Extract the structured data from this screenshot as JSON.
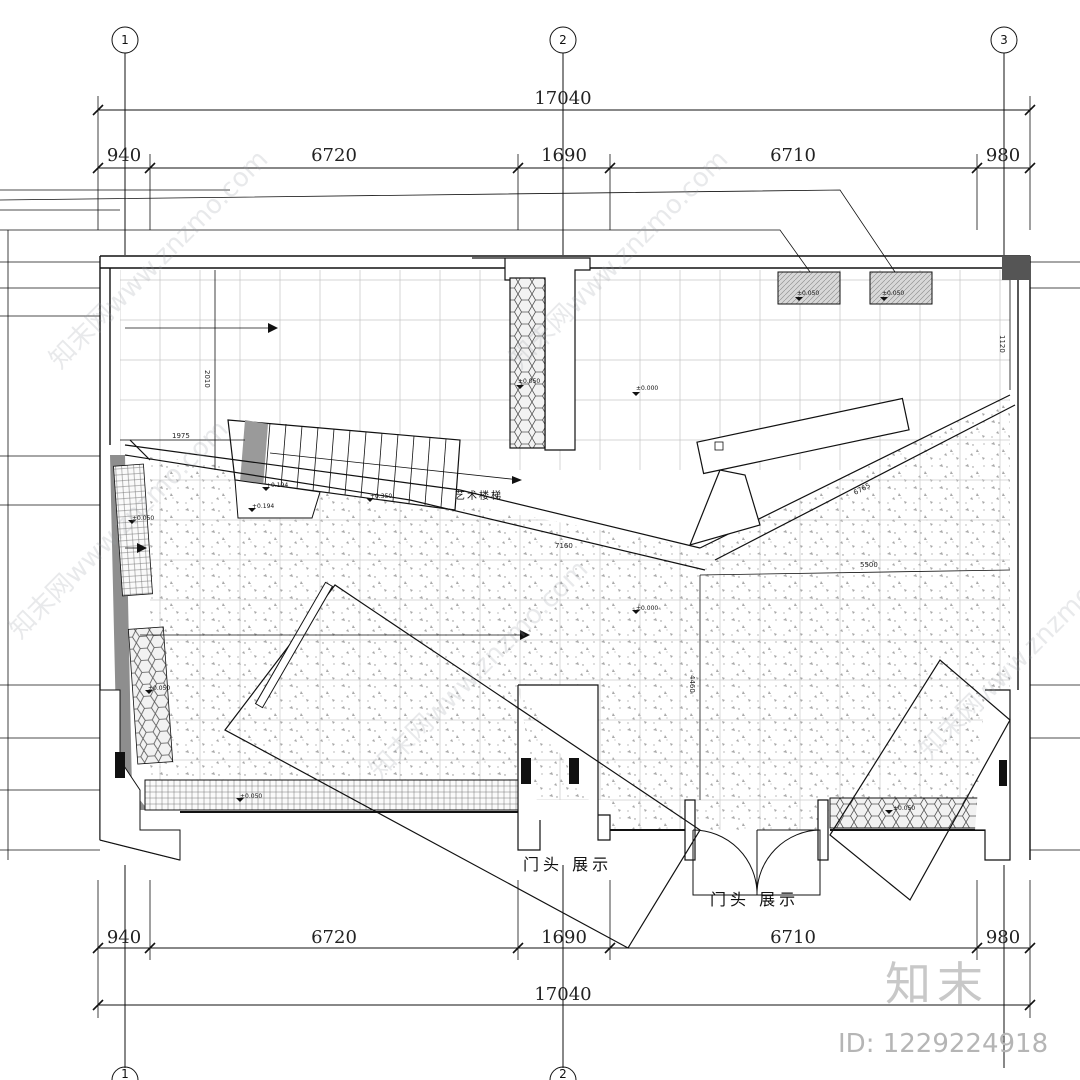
{
  "axes": [
    "1",
    "2",
    "3"
  ],
  "dimensions": {
    "total": "17040",
    "segments": [
      "940",
      "6720",
      "1690",
      "6710",
      "980"
    ],
    "bottom_total": "17040",
    "bottom_segments": [
      "940",
      "6720",
      "1690",
      "6710",
      "980"
    ]
  },
  "inner_dims": {
    "d1": "1975",
    "d2": "2010",
    "d3": "1120",
    "d4": "7160",
    "d5": "6765",
    "d6": "5500",
    "d7": "4460"
  },
  "levels": {
    "l1": "±0.050",
    "l2": "±0.050",
    "l3": "±0.000",
    "l4": "±0.050",
    "l5": "±0.050",
    "l6": "±0.000",
    "l7": "±0.050",
    "l8": "±0.050",
    "l9": "+0.194",
    "l10": "+0.194",
    "l11": "+0.350"
  },
  "labels": {
    "stair": "艺术楼梯",
    "facade_left": "门头 展示",
    "facade_right": "门头 展示"
  },
  "branding": {
    "logo_text": "知末",
    "image_id": "ID: 1229224918",
    "watermark": "知末网www.znzmo.com"
  }
}
